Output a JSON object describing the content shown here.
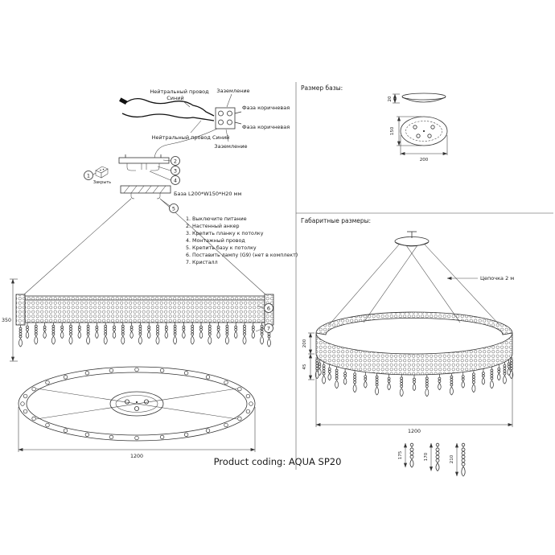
{
  "product_coding": "Product coding: AQUA SP20",
  "wiring": {
    "neutral_line1": "Нейтральный провод",
    "neutral_line2": "Синий",
    "ground_top": "Заземление",
    "phase_top": "Фаза коричневая",
    "phase_bottom": "Фаза коричневая",
    "neutral_bottom": "Нейтральный провод Синий",
    "ground_bottom": "Заземление"
  },
  "mounting": {
    "close_label": "Закрыть",
    "base_label": "База L200*W150*H20 мм"
  },
  "callouts": [
    "1",
    "2",
    "3",
    "4",
    "5",
    "6",
    "7"
  ],
  "instructions": [
    "1. Выключите питание",
    "2. Настенный анкер",
    "3. Крепить планку к потолку",
    "4. Монтажный провод",
    "5. Крепить базу к потолку",
    "6. Поставить лампу (G9) (нет в комплект)",
    "7. Кристалл"
  ],
  "front_view": {
    "height": "350",
    "width": "1200"
  },
  "base_size": {
    "title": "Размер базы:",
    "thickness": "20",
    "depth": "150",
    "width": "200"
  },
  "overall": {
    "title": "Габаритные размеры:",
    "chain": "Цепочка 2 м",
    "band_height": "200",
    "drop_height": "45",
    "diameter": "1200"
  },
  "details": {
    "dim1": "175",
    "dim2": "170",
    "dim3": "210"
  }
}
